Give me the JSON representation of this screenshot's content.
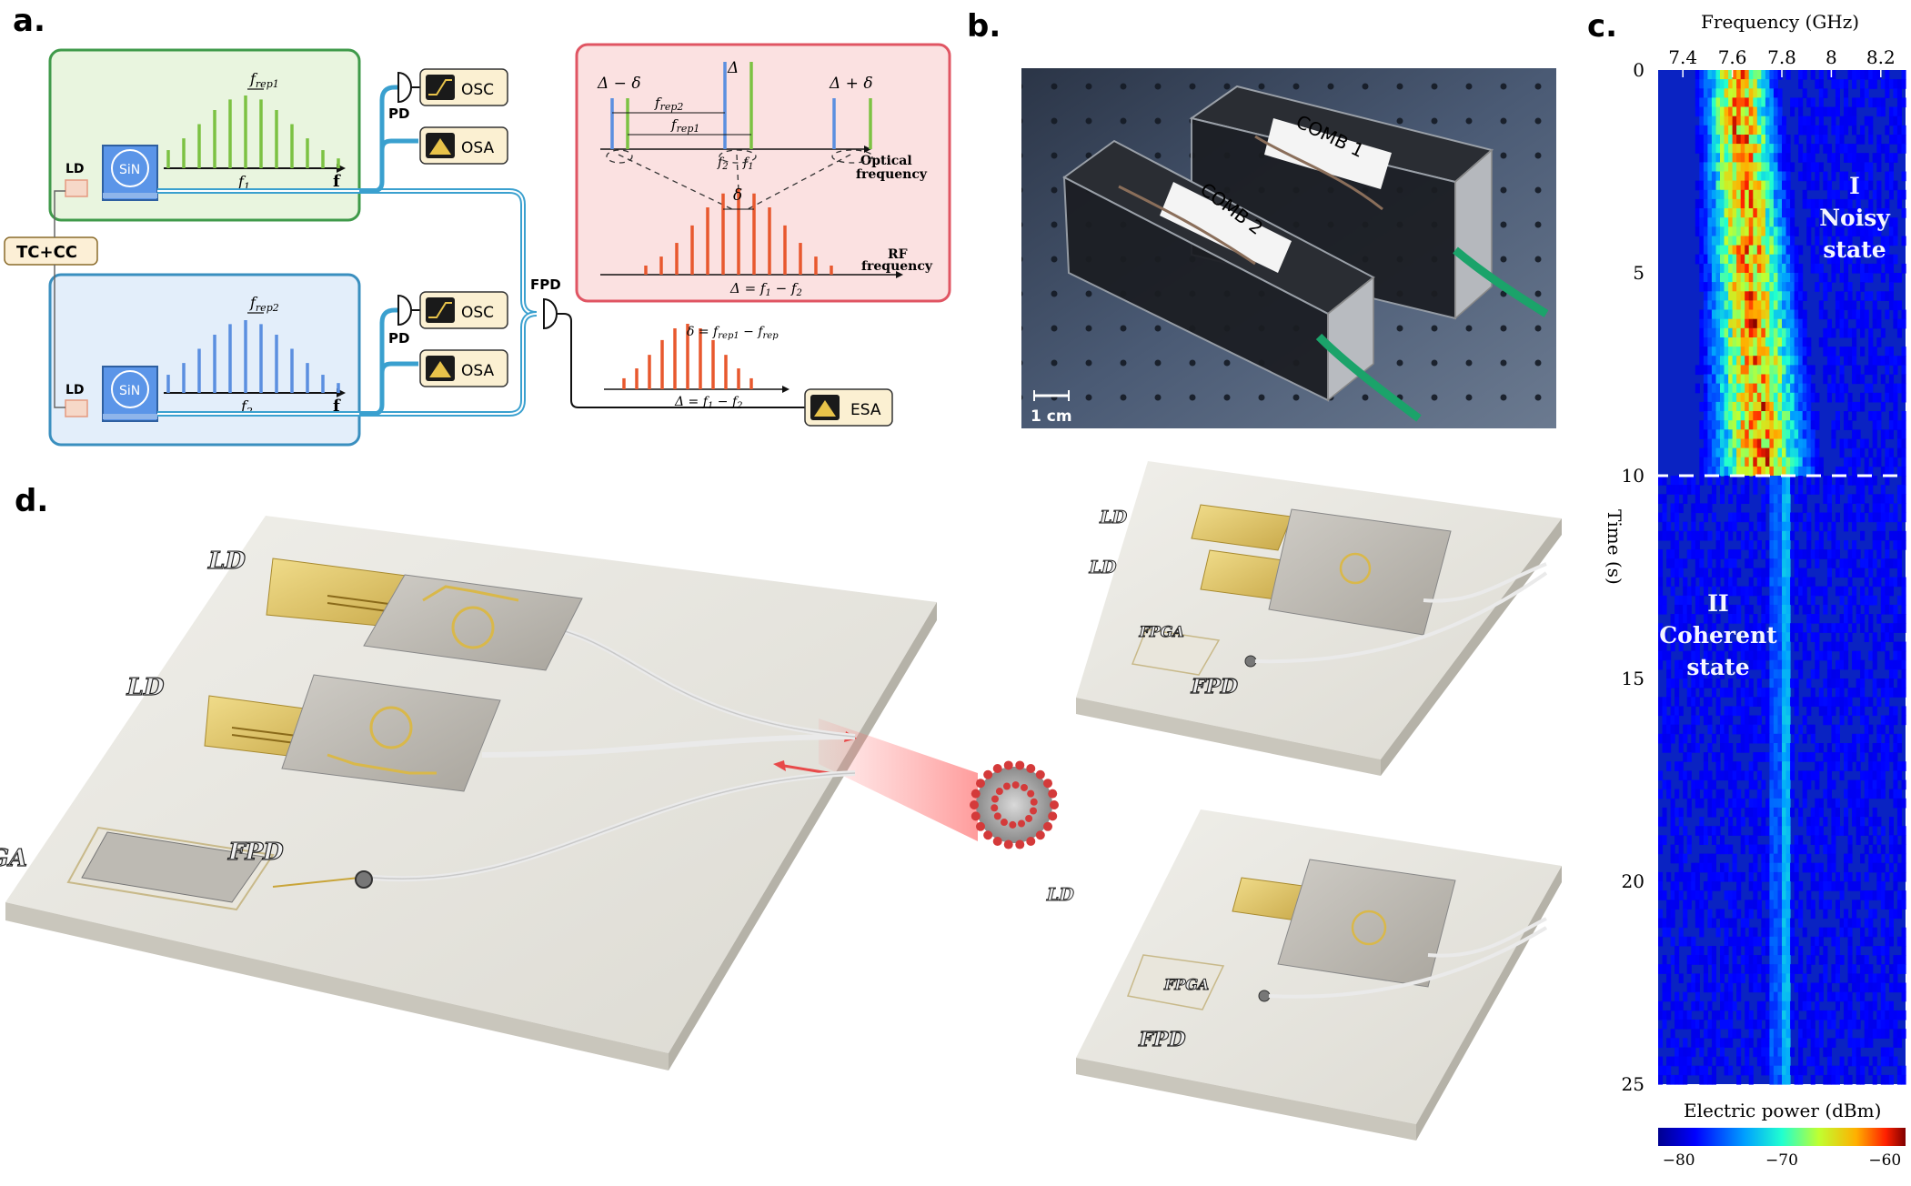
{
  "panels": {
    "a": "a.",
    "b": "b.",
    "c": "c.",
    "d": "d."
  },
  "panel_a": {
    "tc_cc": "TC+CC",
    "ld": "LD",
    "sin": "SiN",
    "pd": "PD",
    "fpd": "FPD",
    "osc": "OSC",
    "osa": "OSA",
    "esa": "ESA",
    "f_axis": "f",
    "comb1_rep": "f",
    "comb1_rep_sub": "rep1",
    "comb1_f": "f",
    "comb1_f_sub": "1",
    "comb2_rep": "f",
    "comb2_rep_sub": "rep2",
    "comb2_f": "f",
    "comb2_f_sub": "2",
    "inset_delta_minus": "Δ − δ",
    "inset_delta": "Δ",
    "inset_delta_plus": "Δ + δ",
    "inset_frep2": "f",
    "inset_frep2_sub": "rep2",
    "inset_frep1": "f",
    "inset_frep1_sub": "rep1",
    "inset_f2": "f",
    "inset_f2_sub": "2",
    "inset_f1": "f",
    "inset_f1_sub": "1",
    "inset_optical_1": "Optical",
    "inset_optical_2": "frequency",
    "inset_small_delta": "δ",
    "inset_rf_1": "RF",
    "inset_rf_2": "frequency",
    "inset_bottom_eq": "Δ = f",
    "inset_bottom_eq_rest": "1",
    "inset_bottom_eq_minus": " − f",
    "inset_bottom_eq_rest2": "2",
    "esa_delta_eq": "δ = f",
    "esa_delta_sub1": "rep1",
    "esa_delta_minus": " − f",
    "esa_delta_sub2": "rep",
    "esa_bottom_eq": "Δ = f",
    "esa_bottom_sub1": "1",
    "esa_bottom_minus": " − f",
    "esa_bottom_sub2": "2"
  },
  "panel_b": {
    "label1": "COMB 1",
    "label2": "COMB 2",
    "scale": "1 cm"
  },
  "panel_c": {
    "x_label": "Frequency (GHz)",
    "x_ticks": [
      "7.4",
      "7.6",
      "7.8",
      "8",
      "8.2"
    ],
    "y_label": "Time (s)",
    "y_ticks": [
      "0",
      "5",
      "10",
      "15",
      "20",
      "25"
    ],
    "state1_lines": [
      "I",
      "Noisy",
      "state"
    ],
    "state2_lines": [
      "II",
      "Coherent",
      "state"
    ],
    "colorbar_label": "Electric power (dBm)",
    "colorbar_ticks": [
      "−80",
      "−70",
      "−60"
    ]
  },
  "panel_d": {
    "ld1": "LD",
    "ld2": "LD",
    "fpga": "FPGA",
    "fpd": "FPD",
    "tr_ld1": "LD",
    "tr_ld2": "LD",
    "tr_fpga": "FPGA",
    "tr_fpd": "FPD",
    "br_ld": "LD",
    "br_fpga": "FPGA",
    "br_fpd": "FPD"
  },
  "chart_data": {
    "type": "heatmap",
    "xlabel": "Frequency (GHz)",
    "ylabel": "Time (s)",
    "xlim": [
      7.3,
      8.3
    ],
    "ylim": [
      0,
      25
    ],
    "x_ticks": [
      7.4,
      7.6,
      7.8,
      8,
      8.2
    ],
    "y_ticks": [
      0,
      5,
      10,
      15,
      20,
      25
    ],
    "colorbar_label": "Electric power (dBm)",
    "color_range": [
      -82,
      -58
    ],
    "colorbar_ticks": [
      -80,
      -70,
      -60
    ],
    "transition_time": 10,
    "annotations": [
      "I Noisy state",
      "II Coherent state"
    ]
  },
  "colors": {
    "green_box_fill": "#e9f5df",
    "green_box_stroke": "#3f9a4a",
    "blue_box_fill": "#e3eefa",
    "blue_box_stroke": "#3a8fbf",
    "red_box_fill": "#fbe1e1",
    "red_box_stroke": "#e05563",
    "green_line": "#7cc243",
    "blue_line": "#5b8fe0",
    "orange_line": "#e8582e",
    "fiber": "#3aa0cf"
  }
}
